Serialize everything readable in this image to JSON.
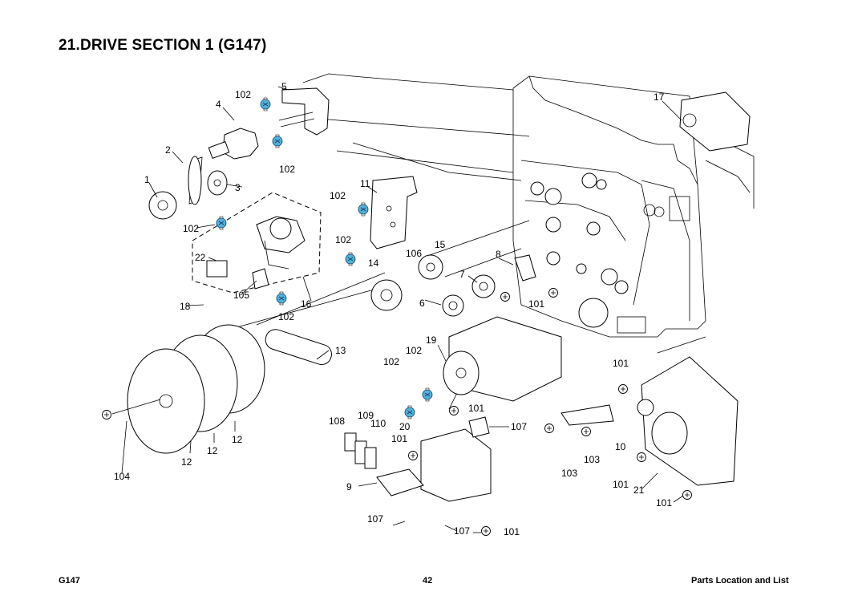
{
  "header": {
    "title": "21.DRIVE SECTION 1 (G147)"
  },
  "footer": {
    "left": "G147",
    "center": "42",
    "right": "Parts Location and List"
  },
  "colors": {
    "screw_fill": "#4fb3d9",
    "line": "#000000"
  },
  "callouts": {
    "c1": "1",
    "c2": "2",
    "c3": "3",
    "c4": "4",
    "c5": "5",
    "c6": "6",
    "c7": "7",
    "c8": "8",
    "c9": "9",
    "c10": "10",
    "c11": "11",
    "c12a": "12",
    "c12b": "12",
    "c12c": "12",
    "c13": "13",
    "c14": "14",
    "c15": "15",
    "c16": "16",
    "c17": "17",
    "c18": "18",
    "c19": "19",
    "c20": "20",
    "c21": "21",
    "c22": "22",
    "c101a": "101",
    "c101b": "101",
    "c101c": "101",
    "c101d": "101",
    "c101e": "101",
    "c101f": "101",
    "c101g": "101",
    "c102a": "102",
    "c102b": "102",
    "c102c": "102",
    "c102d": "102",
    "c102e": "102",
    "c102f": "102",
    "c102g": "102",
    "c102h": "102",
    "c103a": "103",
    "c103b": "103",
    "c104": "104",
    "c105": "105",
    "c106": "106",
    "c107a": "107",
    "c107b": "107",
    "c107c": "107",
    "c108": "108",
    "c109": "109",
    "c110": "110"
  }
}
